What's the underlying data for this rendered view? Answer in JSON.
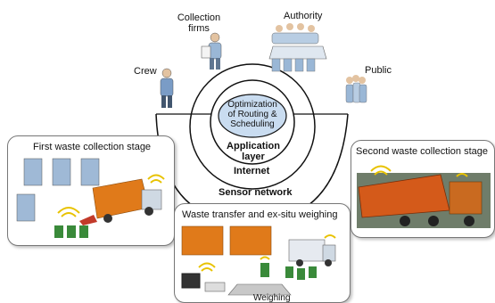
{
  "actors": {
    "crew": "Crew",
    "collection_firms_line1": "Collection",
    "collection_firms_line2": "firms",
    "authority": "Authority",
    "public": "Public"
  },
  "layers": {
    "optimization_line1": "Optimization",
    "optimization_line2": "of Routing &",
    "optimization_line3": "Scheduling",
    "application_line1": "Application",
    "application_line2": "layer",
    "internet": "Internet",
    "sensor_network": "Sensor network"
  },
  "stages": {
    "first": "First waste collection stage",
    "second": "Second waste collection stage",
    "transfer": "Waste transfer and ex-situ weighing",
    "weighing": "Weighing"
  },
  "colors": {
    "ellipse_fill": "#c9dcf0",
    "truck_orange": "#e07a1a",
    "bin_green": "#3a8a3a",
    "server_blue": "#9fb9d6",
    "wifi_yellow": "#e8c200"
  }
}
